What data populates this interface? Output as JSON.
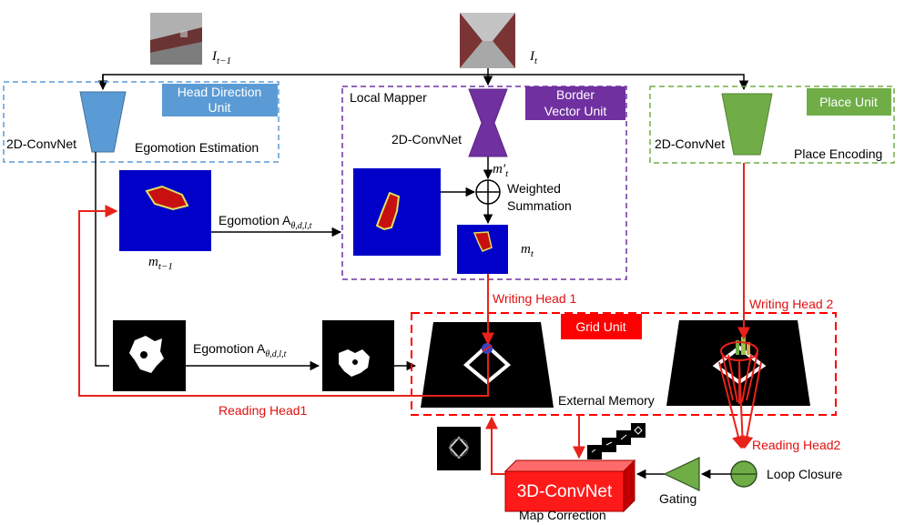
{
  "inputs": {
    "prev_image_label": "I",
    "prev_image_sub": "t−1",
    "curr_image_label": "I",
    "curr_image_sub": "t"
  },
  "units": {
    "head_direction": {
      "line1": "Head Direction",
      "line2": "Unit",
      "color": "#5b9bd5"
    },
    "border_vector": {
      "line1": "Border",
      "line2": "Vector Unit",
      "color": "#7030a0"
    },
    "place": {
      "label": "Place Unit",
      "color": "#70ad47"
    },
    "grid": {
      "label": "Grid Unit",
      "color": "#ff0000"
    }
  },
  "modules": {
    "egomotion_estimation": {
      "net": "2D-ConvNet",
      "caption": "Egomotion Estimation",
      "border": "#5b9bd5"
    },
    "local_mapper": {
      "title": "Local Mapper",
      "net": "2D-ConvNet",
      "border": "#7030a0"
    },
    "place_encoding": {
      "net": "2D-ConvNet",
      "caption": "Place Encoding",
      "border": "#70ad47"
    }
  },
  "labels": {
    "weighted_summation_1": "Weighted",
    "weighted_summation_2": "Summation",
    "m_prime": "m′",
    "m_prime_sub": "t",
    "m_t": "m",
    "m_t_sub": "t",
    "m_prev": "m",
    "m_prev_sub": "t−1",
    "egomotion_1_text": "Egomotion A",
    "egomotion_1_sub": "θ,d,l,t",
    "egomotion_2_text": "Egomotion A",
    "egomotion_2_sub": "θ,d,l,t",
    "writing_head_1": "Writing Head 1",
    "writing_head_2": "Writing Head 2",
    "reading_head_1": "Reading Head1",
    "reading_head_2": "Reading Head2",
    "external_memory": "External Memory",
    "loop_closure": "Loop Closure",
    "gating": "Gating",
    "convnet_3d": "3D-ConvNet",
    "map_correction": "Map Correction"
  },
  "colors": {
    "map_blue": "#0000c8",
    "map_red": "#c81010",
    "arrow_red": "#e8221a",
    "gating_green": "#70ad47",
    "convnet3d_red": "#ff1a1a"
  }
}
